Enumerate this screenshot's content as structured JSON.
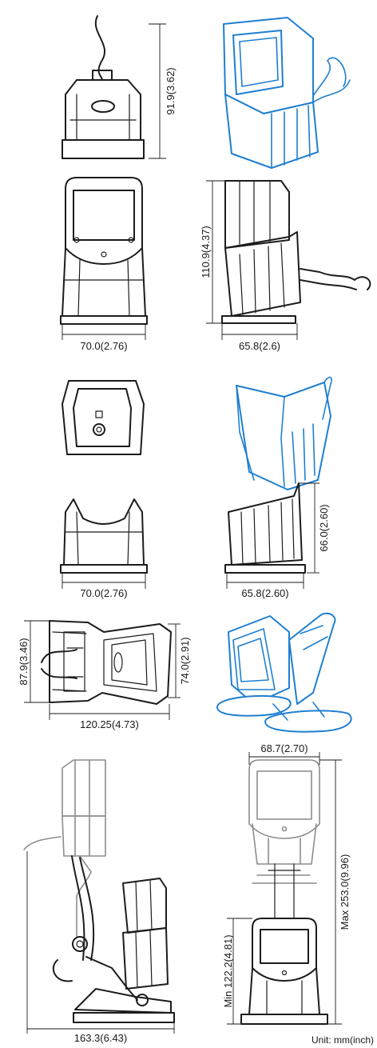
{
  "dimensions": {
    "top_height": "91.9(3.62)",
    "front_width": "70.0(2.76)",
    "side_height": "110.9(4.37)",
    "side_depth": "65.8(2.6)",
    "stand_width": "70.0(2.76)",
    "stand_depth": "65.8(2.60)",
    "stand_height": "66.0(2.60)",
    "bracket_width": "87.9(3.46)",
    "bracket_inner": "74.0(2.91)",
    "bracket_length": "120.25(4.73)",
    "arm_width": "68.7(2.70)",
    "arm_max_height": "Max 253.0(9.96)",
    "arm_min_height": "Min 122.2(4.81)",
    "arm_reach": "163.3(6.43)"
  },
  "unit_note": "Unit: mm(inch)",
  "colors": {
    "line": "#1c1c1c",
    "isometric": "#1f7fd0",
    "ghost": "#8c8c8c"
  }
}
